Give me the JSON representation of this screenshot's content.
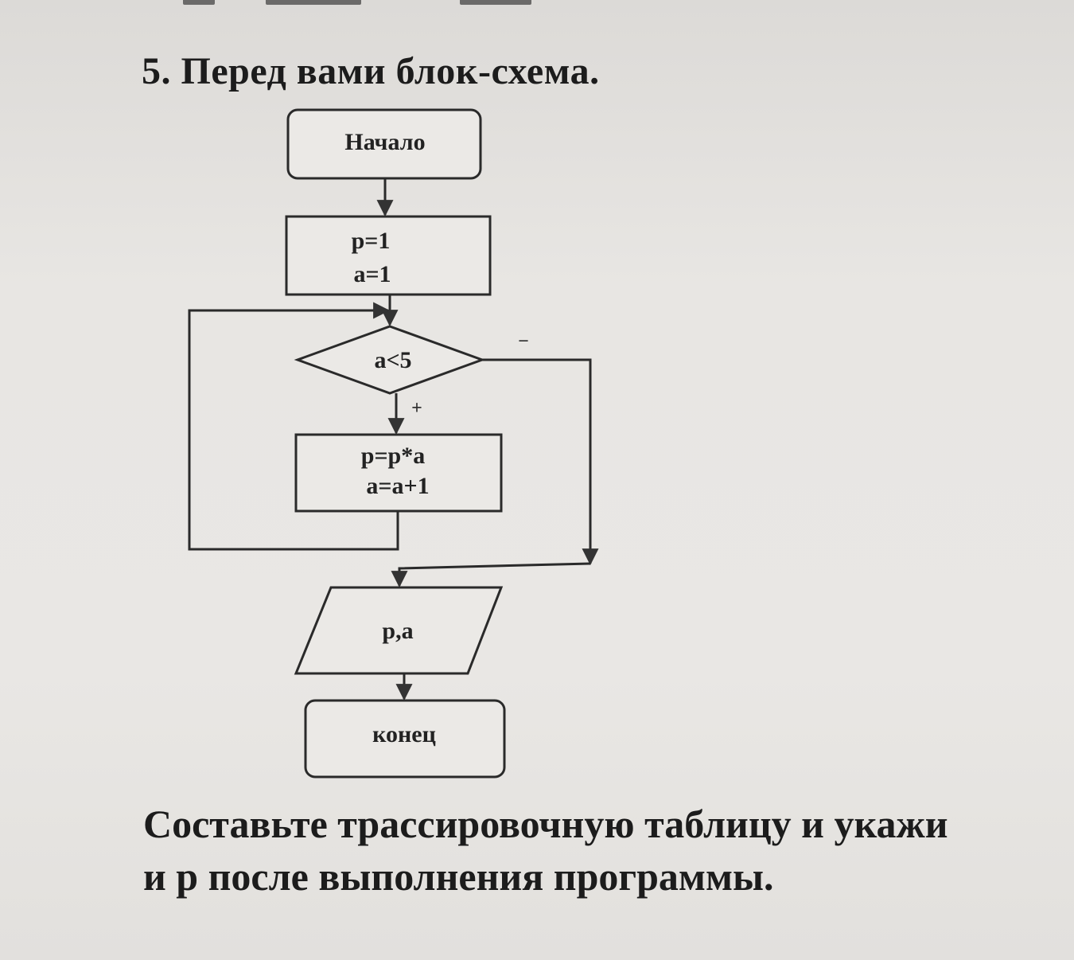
{
  "heading": "5. Перед вами блок-схема.",
  "flowchart": {
    "start": "Начало",
    "init": [
      "p=1",
      "a=1"
    ],
    "condition": "a<5",
    "yes_label": "+",
    "no_label": "−",
    "body": [
      "p=p*a",
      "a=a+1"
    ],
    "output": "p,a",
    "end": "конец"
  },
  "task": {
    "line1": "Составьте трассировочную таблицу и укажи",
    "line2": "и p после выполнения программы."
  }
}
